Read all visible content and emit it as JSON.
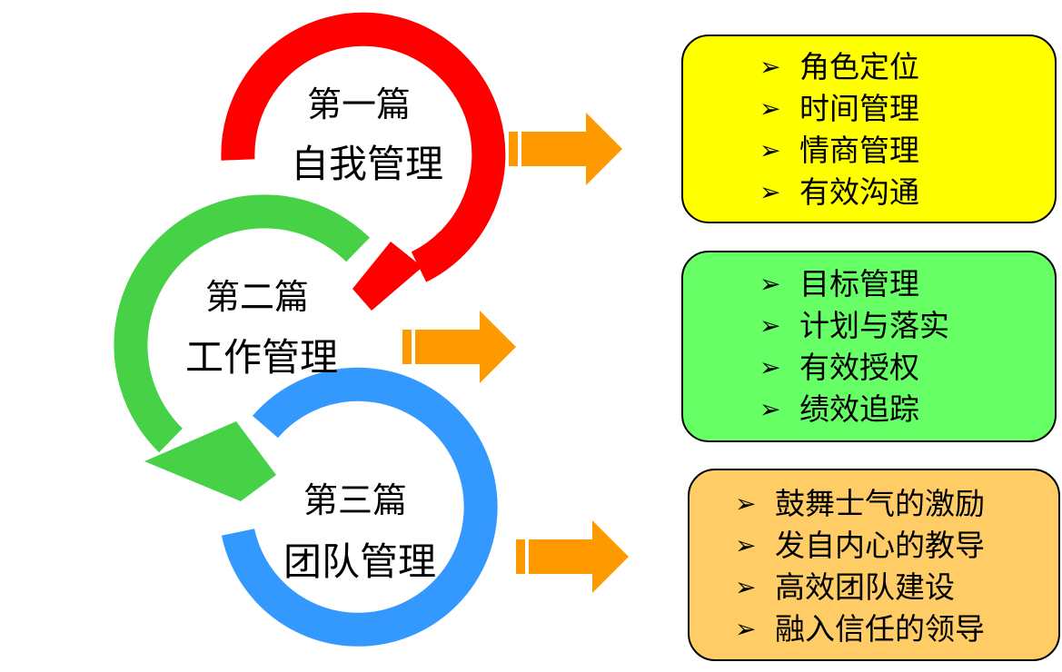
{
  "colors": {
    "red": "#ff0000",
    "green": "#33cc33",
    "blue": "#3399ff",
    "arrow_orange": "#ff9900",
    "box_yellow": "#ffff00",
    "box_green": "#66ff66",
    "box_orange": "#ffcc66"
  },
  "bullet_symbol": "➢",
  "sections": [
    {
      "part": "第一篇",
      "title": "自我管理",
      "items": [
        "角色定位",
        "时间管理",
        "情商管理",
        "有效沟通"
      ]
    },
    {
      "part": "第二篇",
      "title": "工作管理",
      "items": [
        "目标管理",
        "计划与落实",
        "有效授权",
        "绩效追踪"
      ]
    },
    {
      "part": "第三篇",
      "title": "团队管理",
      "items": [
        "鼓舞士气的激励",
        "发自内心的教导",
        "高效团队建设",
        "融入信任的领导"
      ]
    }
  ]
}
